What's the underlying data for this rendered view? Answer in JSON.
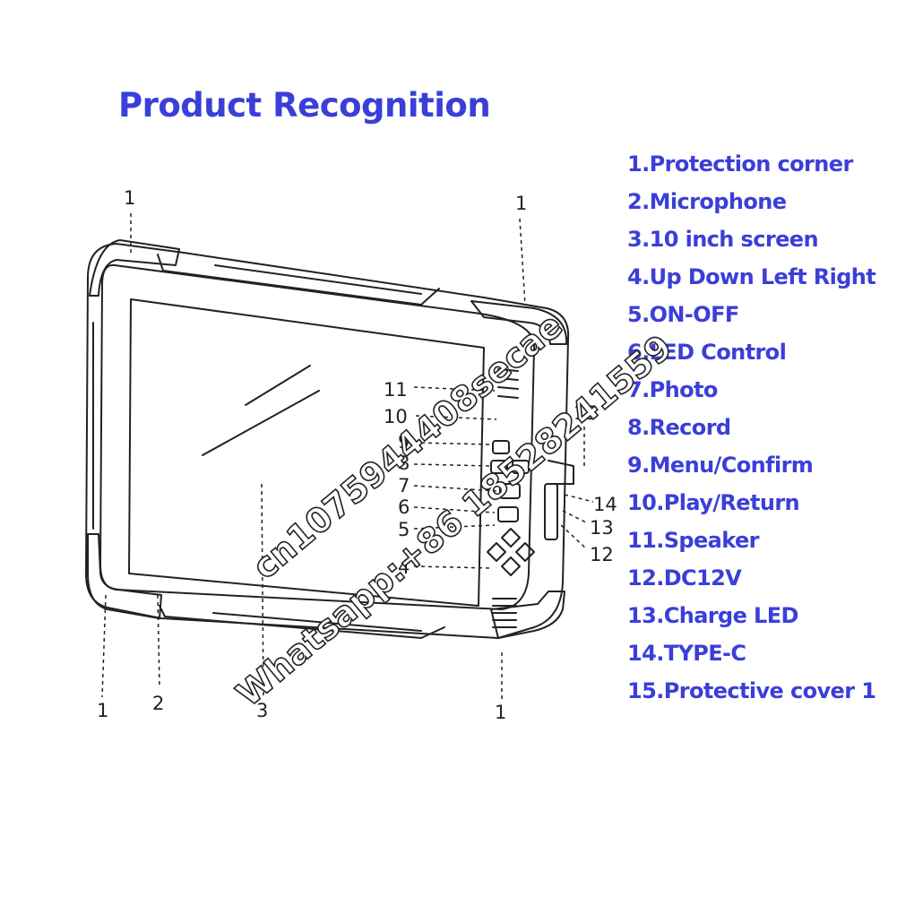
{
  "title": "Product Recognition",
  "legend": [
    "1.Protection corner",
    "2.Microphone",
    "3.10 inch screen",
    "4.Up Down Left Right",
    "5.ON-OFF",
    "6.LED Control",
    "7.Photo",
    "8.Record",
    "9.Menu/Confirm",
    "10.Play/Return",
    "11.Speaker",
    "12.DC12V",
    "13.Charge LED",
    "14.TYPE-C",
    "15.Protective cover 1"
  ],
  "callouts": {
    "c1_top_left": "1",
    "c1_top_right": "1",
    "c11": "11",
    "c10": "10",
    "c9": "9",
    "c8": "8",
    "c7": "7",
    "c6": "6",
    "c5": "5",
    "c4": "4",
    "c15": "15",
    "c14": "14",
    "c13": "13",
    "c12": "12",
    "c1_bottom_left": "1",
    "c2": "2",
    "c3": "3",
    "c1_bottom_right": "1"
  },
  "watermark": {
    "line1": "cn1075944408secae",
    "line2": "Whatsapp:+86 18528241559"
  },
  "colors": {
    "accent": "#3a3fd8",
    "outline": "#222222"
  }
}
